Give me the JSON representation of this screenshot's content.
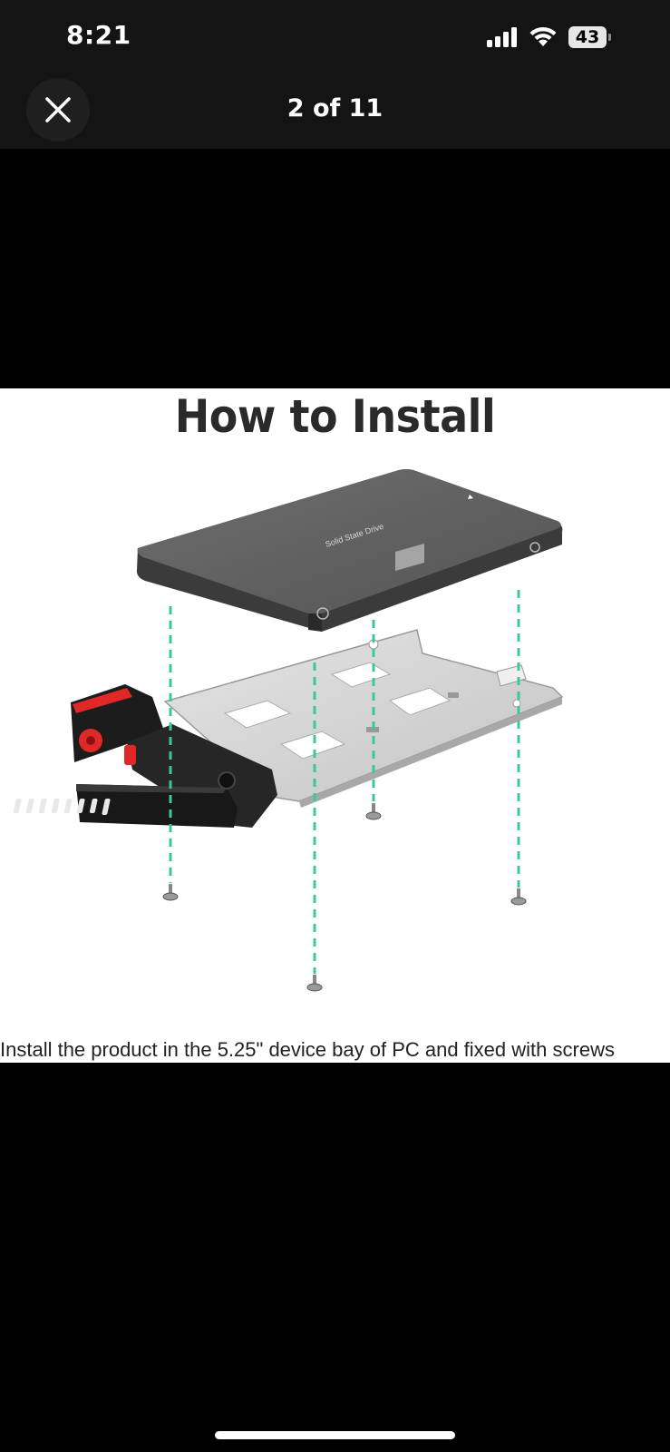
{
  "status_bar": {
    "time": "8:21",
    "battery_level": "43",
    "icons": [
      "signal-icon",
      "wifi-icon",
      "battery-icon"
    ]
  },
  "viewer": {
    "counter": "2 of 11",
    "close_icon": "close-icon"
  },
  "image": {
    "title": "How to Install",
    "drive_label": "Solid State Drive",
    "caption": "Install the product in the 5.25\" device bay of PC and fixed with screws"
  },
  "colors": {
    "guide_line": "#3cc6a0",
    "accent_red": "#e02828",
    "drive_gray": "#5f5f5f",
    "tray_metal": "#d6d6d6"
  }
}
